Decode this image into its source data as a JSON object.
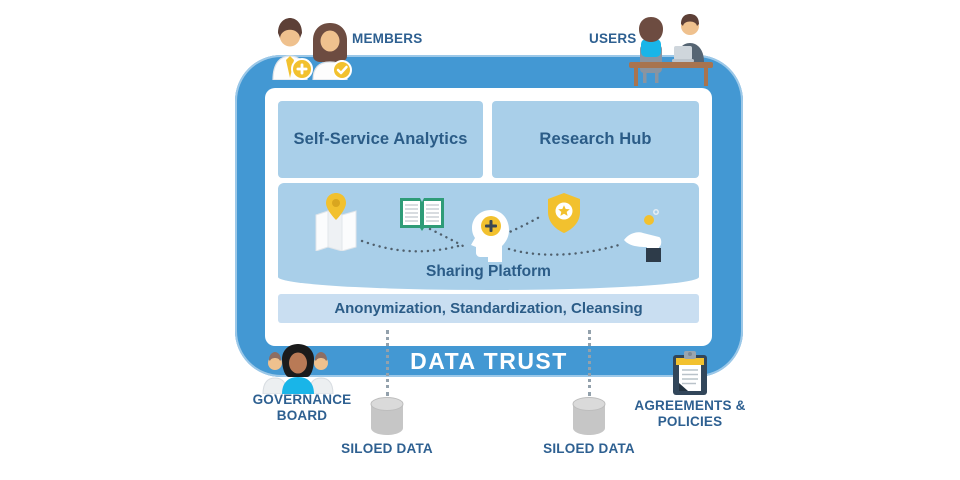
{
  "colors": {
    "frame_blue": "#4398d3",
    "box_blue": "#a9cfe9",
    "pipeline_blue": "#c9def1",
    "navy_text": "#2b5c87",
    "accent_yellow": "#f2c12e"
  },
  "top": {
    "members_label": "MEMBERS",
    "users_label": "USERS"
  },
  "platform": {
    "boxes": [
      {
        "label": "Self-Service Analytics"
      },
      {
        "label": "Research Hub"
      }
    ],
    "sharing": {
      "label": "Sharing Platform",
      "icons": [
        "map-location-icon",
        "open-book-icon",
        "head-insight-icon",
        "star-shield-icon",
        "hand-coin-icon"
      ]
    },
    "pipeline_label": "Anonymization, Standardization, Cleansing"
  },
  "trust_label": "DATA TRUST",
  "bottom": {
    "governance": {
      "line1": "GOVERNANCE",
      "line2": "BOARD"
    },
    "agreements": {
      "line1": "AGREEMENTS &",
      "line2": "POLICIES"
    },
    "silos": [
      {
        "label": "SILOED DATA"
      },
      {
        "label": "SILOED DATA"
      }
    ]
  }
}
